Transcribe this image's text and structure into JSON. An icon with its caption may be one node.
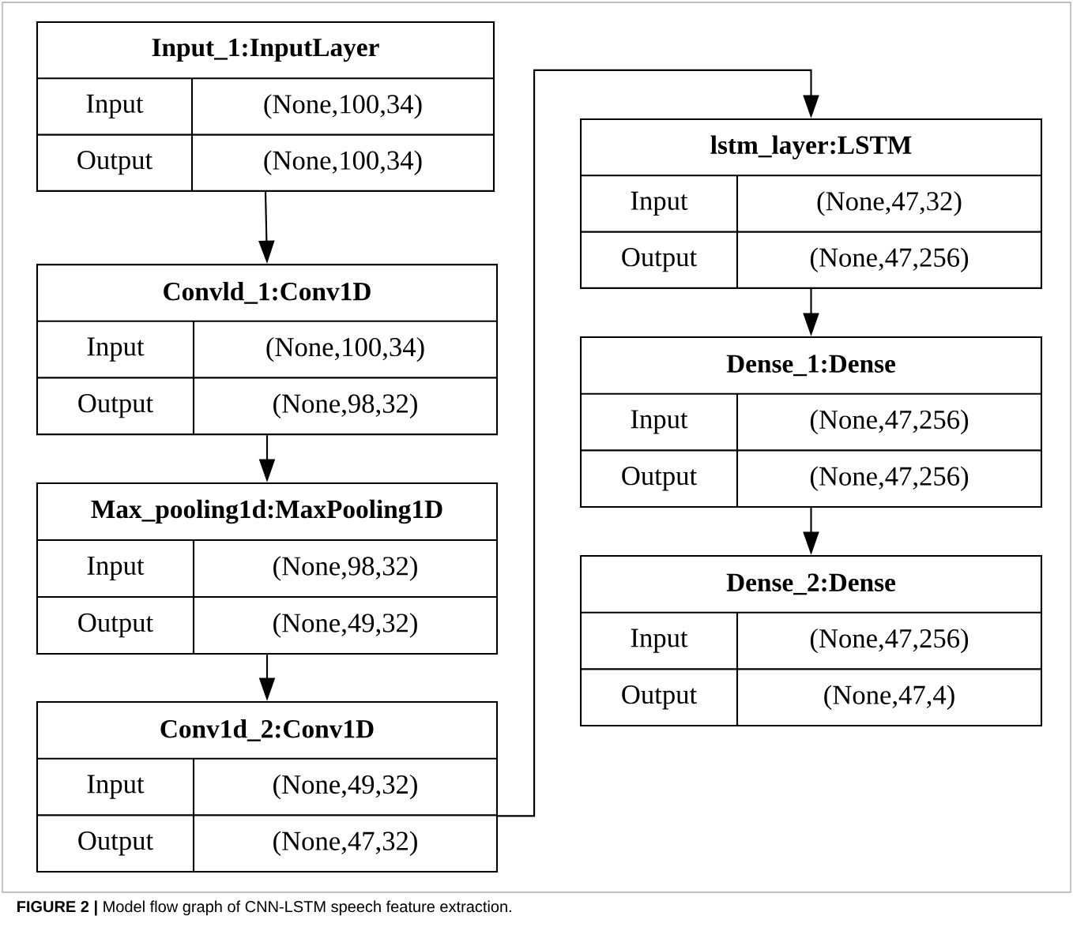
{
  "diagram": {
    "caption": "**FIGURE 2 |** Model flow graph of CNN-LSTM speech feature extraction.",
    "nodes": [
      {
        "text": [
          "Input_1:InputLayer",
          "Input",
          "(None,100,34)",
          "Output",
          "(None,100,34)"
        ]
      },
      {
        "text": [
          "Convld_1:Conv1D",
          "Input",
          "(None,100,34)",
          "Output",
          "(None,98,32)"
        ]
      },
      {
        "text": [
          "Max_pooling1d:MaxPooling1D",
          "Input",
          "(None,98,32)",
          "Output",
          "(None,49,32)"
        ]
      },
      {
        "text": [
          "Conv1d_2:Conv1D",
          "Input",
          "(None,49,32)",
          "Output",
          "(None,47,32)"
        ]
      },
      {
        "text": [
          "lstm_layer:LSTM",
          "Input",
          "(None,47,32)",
          "Output",
          "(None,47,256)"
        ]
      },
      {
        "text": [
          "Dense_1:Dense",
          "Input",
          "(None,47,256)",
          "Output",
          "(None,47,256)"
        ]
      },
      {
        "text": [
          "Dense_2:Dense",
          "Input",
          "(None,47,256)",
          "Output",
          "(None,47,4)"
        ]
      }
    ],
    "edges": [
      {
        "from": 0,
        "to": 1,
        "arrow": "to"
      },
      {
        "from": 1,
        "to": 2,
        "arrow": "to"
      },
      {
        "from": 2,
        "to": 3,
        "arrow": "to"
      },
      {
        "from": 3,
        "to": 4,
        "arrow": "to"
      },
      {
        "from": 4,
        "to": 5,
        "arrow": "to"
      },
      {
        "from": 5,
        "to": 6,
        "arrow": "to"
      }
    ]
  }
}
